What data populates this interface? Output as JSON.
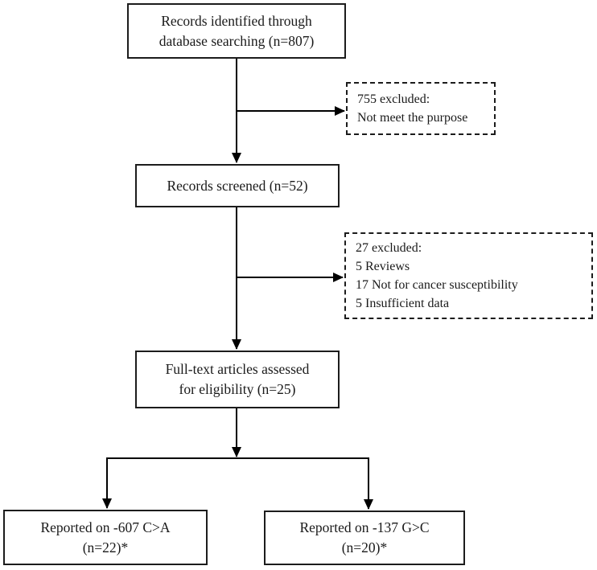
{
  "figure": {
    "type": "flowchart",
    "description": "Study selection flow diagram",
    "colors": {
      "background": "#ffffff",
      "line": "#000000",
      "box_border": "#1c1c1c",
      "text": "#1a1a1a"
    }
  },
  "nodes": {
    "identified": {
      "style": "solid",
      "lines": [
        "Records identified through",
        "database searching (n=807)"
      ]
    },
    "excluded_755": {
      "style": "dashed",
      "lines": [
        "755 excluded:",
        "Not meet the purpose"
      ]
    },
    "screened": {
      "style": "solid",
      "lines": [
        "Records screened (n=52)"
      ]
    },
    "excluded_27": {
      "style": "dashed",
      "lines": [
        "27 excluded:",
        "5 Reviews",
        "17 Not for cancer susceptibility",
        "5 Insufficient data"
      ]
    },
    "fulltext": {
      "style": "solid",
      "lines": [
        "Full-text articles assessed",
        "for eligibility (n=25)"
      ]
    },
    "reported_607": {
      "style": "solid",
      "lines": [
        "Reported on -607 C>A",
        "(n=22)*"
      ]
    },
    "reported_137": {
      "style": "solid",
      "lines": [
        "Reported on -137 G>C",
        "(n=20)*"
      ]
    }
  },
  "edges": [
    {
      "from": "identified",
      "to": "screened",
      "type": "arrow-down"
    },
    {
      "from": "identified",
      "to": "excluded_755",
      "type": "arrow-right-branch"
    },
    {
      "from": "screened",
      "to": "fulltext",
      "type": "arrow-down"
    },
    {
      "from": "screened",
      "to": "excluded_27",
      "type": "arrow-right-branch"
    },
    {
      "from": "fulltext",
      "to": "reported_607",
      "type": "arrow-down-split"
    },
    {
      "from": "fulltext",
      "to": "reported_137",
      "type": "arrow-down-split"
    }
  ]
}
